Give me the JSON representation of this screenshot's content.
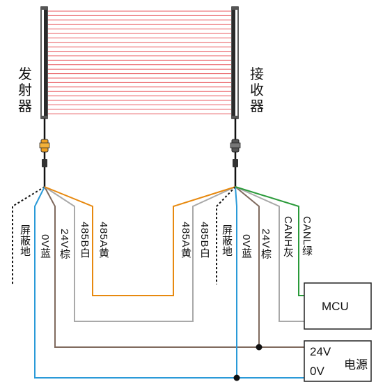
{
  "labels": {
    "transmitter": "发射器",
    "receiver": "接收器"
  },
  "wires_left": {
    "shield": "屏蔽地",
    "zero_v_blue": "0V蓝",
    "v24_brown": "24V棕",
    "b485_white": "485B白",
    "a485_yellow": "485A黄"
  },
  "wires_right": {
    "a485_yellow": "485A黄",
    "b485_white": "485B白",
    "shield": "屏蔽地",
    "zero_v_blue": "0V蓝",
    "v24_brown": "24V棕",
    "canh_gray": "CANH灰",
    "canl_green": "CANL绿"
  },
  "boxes": {
    "mcu": "MCU",
    "power_24v": "24V",
    "power_0v": "0V",
    "power_label": "电源"
  },
  "colors": {
    "beam": "#e8595f",
    "orange_wire": "#e7890f",
    "gray_wire": "#a9a9a9",
    "brown_wire": "#7f6a5e",
    "blue_wire": "#2a9ad8",
    "green_wire": "#2a9a3a",
    "black_wire": "#111111"
  }
}
